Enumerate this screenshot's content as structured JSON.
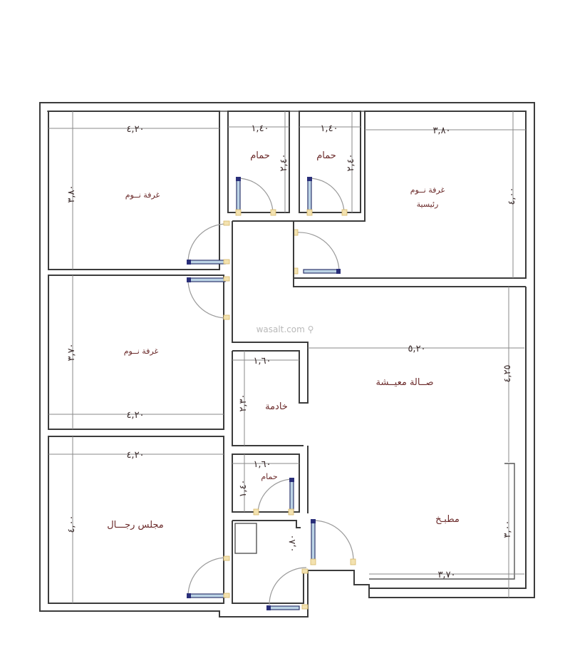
{
  "plan": {
    "watermark": "wasalt.com ⚲",
    "rooms": {
      "bedroom_top_left": {
        "label": "غرفة نــوم",
        "width": "٤,٢٠",
        "height": "٣,٨٠"
      },
      "bathroom_1": {
        "label": "حمام",
        "width": "١,٤٠",
        "height": "٢,٤٠"
      },
      "bathroom_2": {
        "label": "حمام",
        "width": "١,٤٠",
        "height": "٢,٤٠"
      },
      "master_bedroom": {
        "label": "غرفة نــوم",
        "label2": "رئيسية",
        "width": "٣,٨٠",
        "height": "٤,٠٠"
      },
      "bedroom_mid_left": {
        "label": "غرفة نــوم",
        "width": "٤,٢٠",
        "height": "٣,٧٠"
      },
      "maid_room": {
        "label": "خادمة",
        "width": "١,٦٠",
        "height": "٢,٣٠"
      },
      "living_hall": {
        "label": "صــالة معيــشة",
        "width": "٥,٢٠",
        "height": "٤,٢٥"
      },
      "bathroom_3": {
        "label": "حمام",
        "width": "١,٦٠",
        "height": "١,٤٠"
      },
      "mens_majlis": {
        "label": "مجلس رجـــال",
        "width": "٤,٢٠",
        "height": "٤,٠٠"
      },
      "kitchen": {
        "label": "مطبـخ",
        "width": "٣,٧٠",
        "height": "٣,٠٠"
      },
      "entrance": {
        "width": "٠,٨٠"
      }
    }
  }
}
